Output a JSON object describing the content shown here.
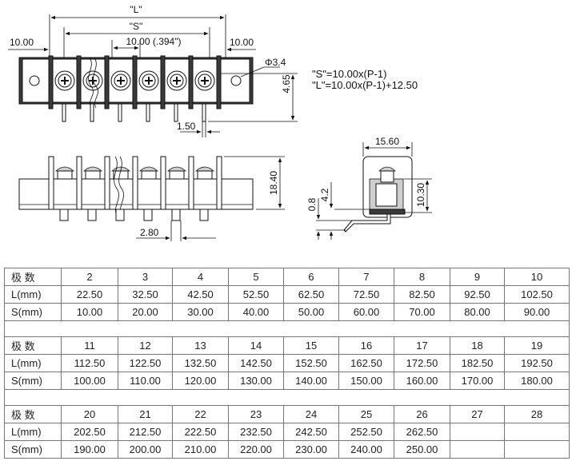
{
  "drawing": {
    "dim_L": "\"L\"",
    "dim_S": "\"S\"",
    "dim_pitch": "10.00 (.394\")",
    "dim_left_10": "10.00",
    "dim_right_10": "10.00",
    "dim_hole": "Φ3.4",
    "dim_465": "4.65",
    "dim_150": "1.50",
    "formula_S": "\"S\"=10.00x(P-1)",
    "formula_L": "\"L\"=10.00x(P-1)+12.50",
    "dim_1840": "18.40",
    "dim_280": "2.80",
    "dim_1560": "15.60",
    "dim_08": "0.8",
    "dim_42": "4.2",
    "dim_1030": "10.30"
  },
  "table": {
    "row_labels": {
      "poles": "极 数",
      "L": "L(mm)",
      "S": "S(mm)"
    },
    "blocks": [
      {
        "poles": [
          "2",
          "3",
          "4",
          "5",
          "6",
          "7",
          "8",
          "9",
          "10"
        ],
        "L": [
          "22.50",
          "32.50",
          "42.50",
          "52.50",
          "62.50",
          "72.50",
          "82.50",
          "92.50",
          "102.50"
        ],
        "S": [
          "10.00",
          "20.00",
          "30.00",
          "40.00",
          "50.00",
          "60.00",
          "70.00",
          "80.00",
          "90.00"
        ]
      },
      {
        "poles": [
          "11",
          "12",
          "13",
          "14",
          "15",
          "16",
          "17",
          "18",
          "19"
        ],
        "L": [
          "112.50",
          "122.50",
          "132.50",
          "142.50",
          "152.50",
          "162.50",
          "172.50",
          "182.50",
          "192.50"
        ],
        "S": [
          "100.00",
          "110.00",
          "120.00",
          "130.00",
          "140.00",
          "150.00",
          "160.00",
          "170.00",
          "180.00"
        ]
      },
      {
        "poles": [
          "20",
          "21",
          "22",
          "23",
          "24",
          "25",
          "26",
          "27",
          "28"
        ],
        "L": [
          "202.50",
          "212.50",
          "222.50",
          "232.50",
          "242.50",
          "252.50",
          "262.50",
          "",
          ""
        ],
        "S": [
          "190.00",
          "200.00",
          "210.00",
          "220.00",
          "230.00",
          "240.00",
          "250.00",
          "",
          ""
        ]
      }
    ]
  }
}
